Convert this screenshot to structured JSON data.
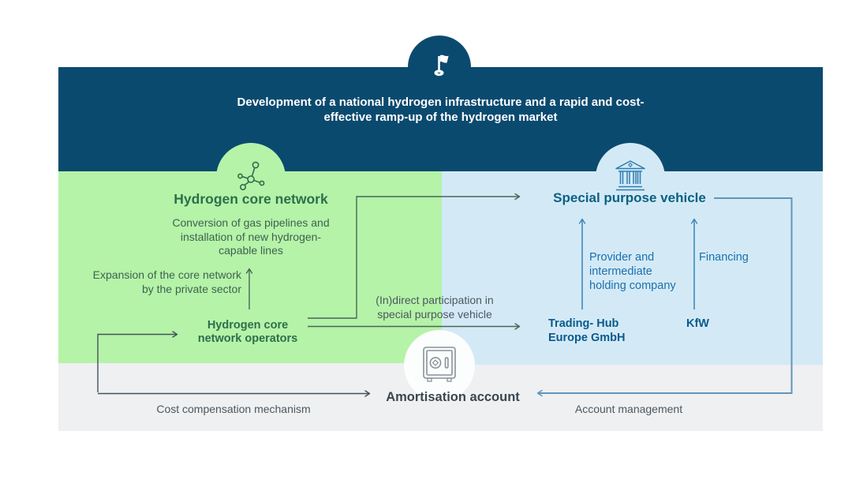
{
  "colors": {
    "header-bg": "#0b4a6f",
    "panel-green": "#b5f3a8",
    "panel-blue": "#d3eaf6",
    "panel-gray": "#eef0f2",
    "heading-green": "#2e6e4c",
    "text-green": "#3f6150",
    "line-green": "#4a655a",
    "line-slate": "#42525b",
    "text-slate": "#4b5860",
    "heading-slate": "#3a474f",
    "heading-teal": "#0b6183",
    "text-blue": "#1c70ad",
    "text-blue-bold": "#0a5a8c",
    "line-blue": "#3f87bb",
    "line-steel": "#6195b9",
    "icon-bank": "#2f7cb0",
    "icon-safe": "#8a9298",
    "title-white": "#ffffff"
  },
  "goal_banner": {
    "icon": "flag-icon",
    "title_lines": [
      "Development of a national hydrogen infrastructure and a rapid and cost-",
      "effective ramp-up of the hydrogen market"
    ]
  },
  "hydrogen_section": {
    "icon": "molecule-icon",
    "heading": "Hydrogen core network",
    "conversion_lines": [
      "Conversion of gas pipelines and",
      "installation of new hydrogen-",
      "capable lines"
    ],
    "expansion_lines": [
      "Expansion of the core network",
      "by the private sector"
    ],
    "operators_lines": [
      "Hydrogen core",
      "network operators"
    ],
    "participation_lines": [
      "(In)direct participation in",
      "special purpose vehicle"
    ]
  },
  "spv_section": {
    "icon": "bank-icon",
    "heading": "Special purpose vehicle",
    "provider_lines": [
      "Provider and",
      "intermediate",
      "holding company"
    ],
    "financing_label": "Financing",
    "trading_hub_lines": [
      "Trading- Hub",
      "Europe GmbH"
    ],
    "kfw_label": "KfW"
  },
  "amortisation_section": {
    "icon": "safe-icon",
    "heading": "Amortisation account",
    "cost_label": "Cost compensation mechanism",
    "account_label": "Account management"
  }
}
